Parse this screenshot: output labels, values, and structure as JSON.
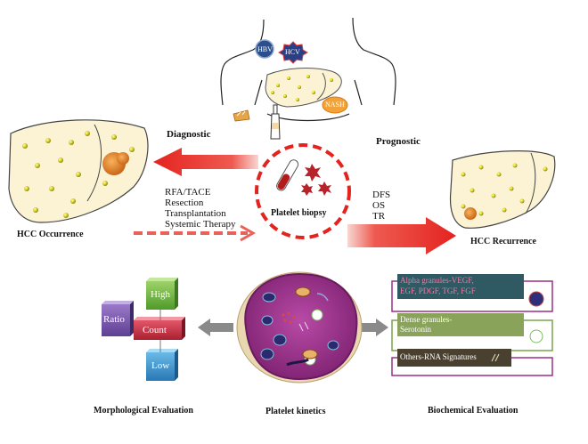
{
  "virus_badges": [
    "HBV",
    "HCV",
    "NASH"
  ],
  "arrows": {
    "diagnostic": "Diagnostic",
    "prognostic": "Prognostic"
  },
  "center": {
    "label": "Platelet biopsy"
  },
  "treatments": [
    "RFA/TACE",
    "Resection",
    "Transplantation",
    "Systemic Therapy"
  ],
  "outcomes": [
    "DFS",
    "OS",
    "TR"
  ],
  "liver_left": {
    "label": "HCC Occurrence"
  },
  "liver_right": {
    "label": "HCC Recurrence"
  },
  "morphology": {
    "cubes": [
      "High",
      "Ratio",
      "Count",
      "Low"
    ],
    "caption": "Morphological Evaluation"
  },
  "kinetics": {
    "caption": "Platelet kinetics"
  },
  "biochemical": {
    "boxes": [
      {
        "line1": "Alpha granules-VEGF,",
        "line2": "EGF, PDGF, TGF, FGF"
      },
      {
        "line1": "Dense granules-",
        "line2": "Serotonin"
      },
      {
        "line1": "Others-RNA Signatures",
        "line2": ""
      }
    ],
    "caption": "Biochemical Evaluation"
  },
  "colors": {
    "red_arrow": "#e4231f",
    "gray_arrow": "#8a8a8a",
    "cell_purple": "#9a2f8c",
    "teal_box": "#2f5963",
    "green_box": "#8aa35a",
    "dark_box": "#4a4030"
  }
}
